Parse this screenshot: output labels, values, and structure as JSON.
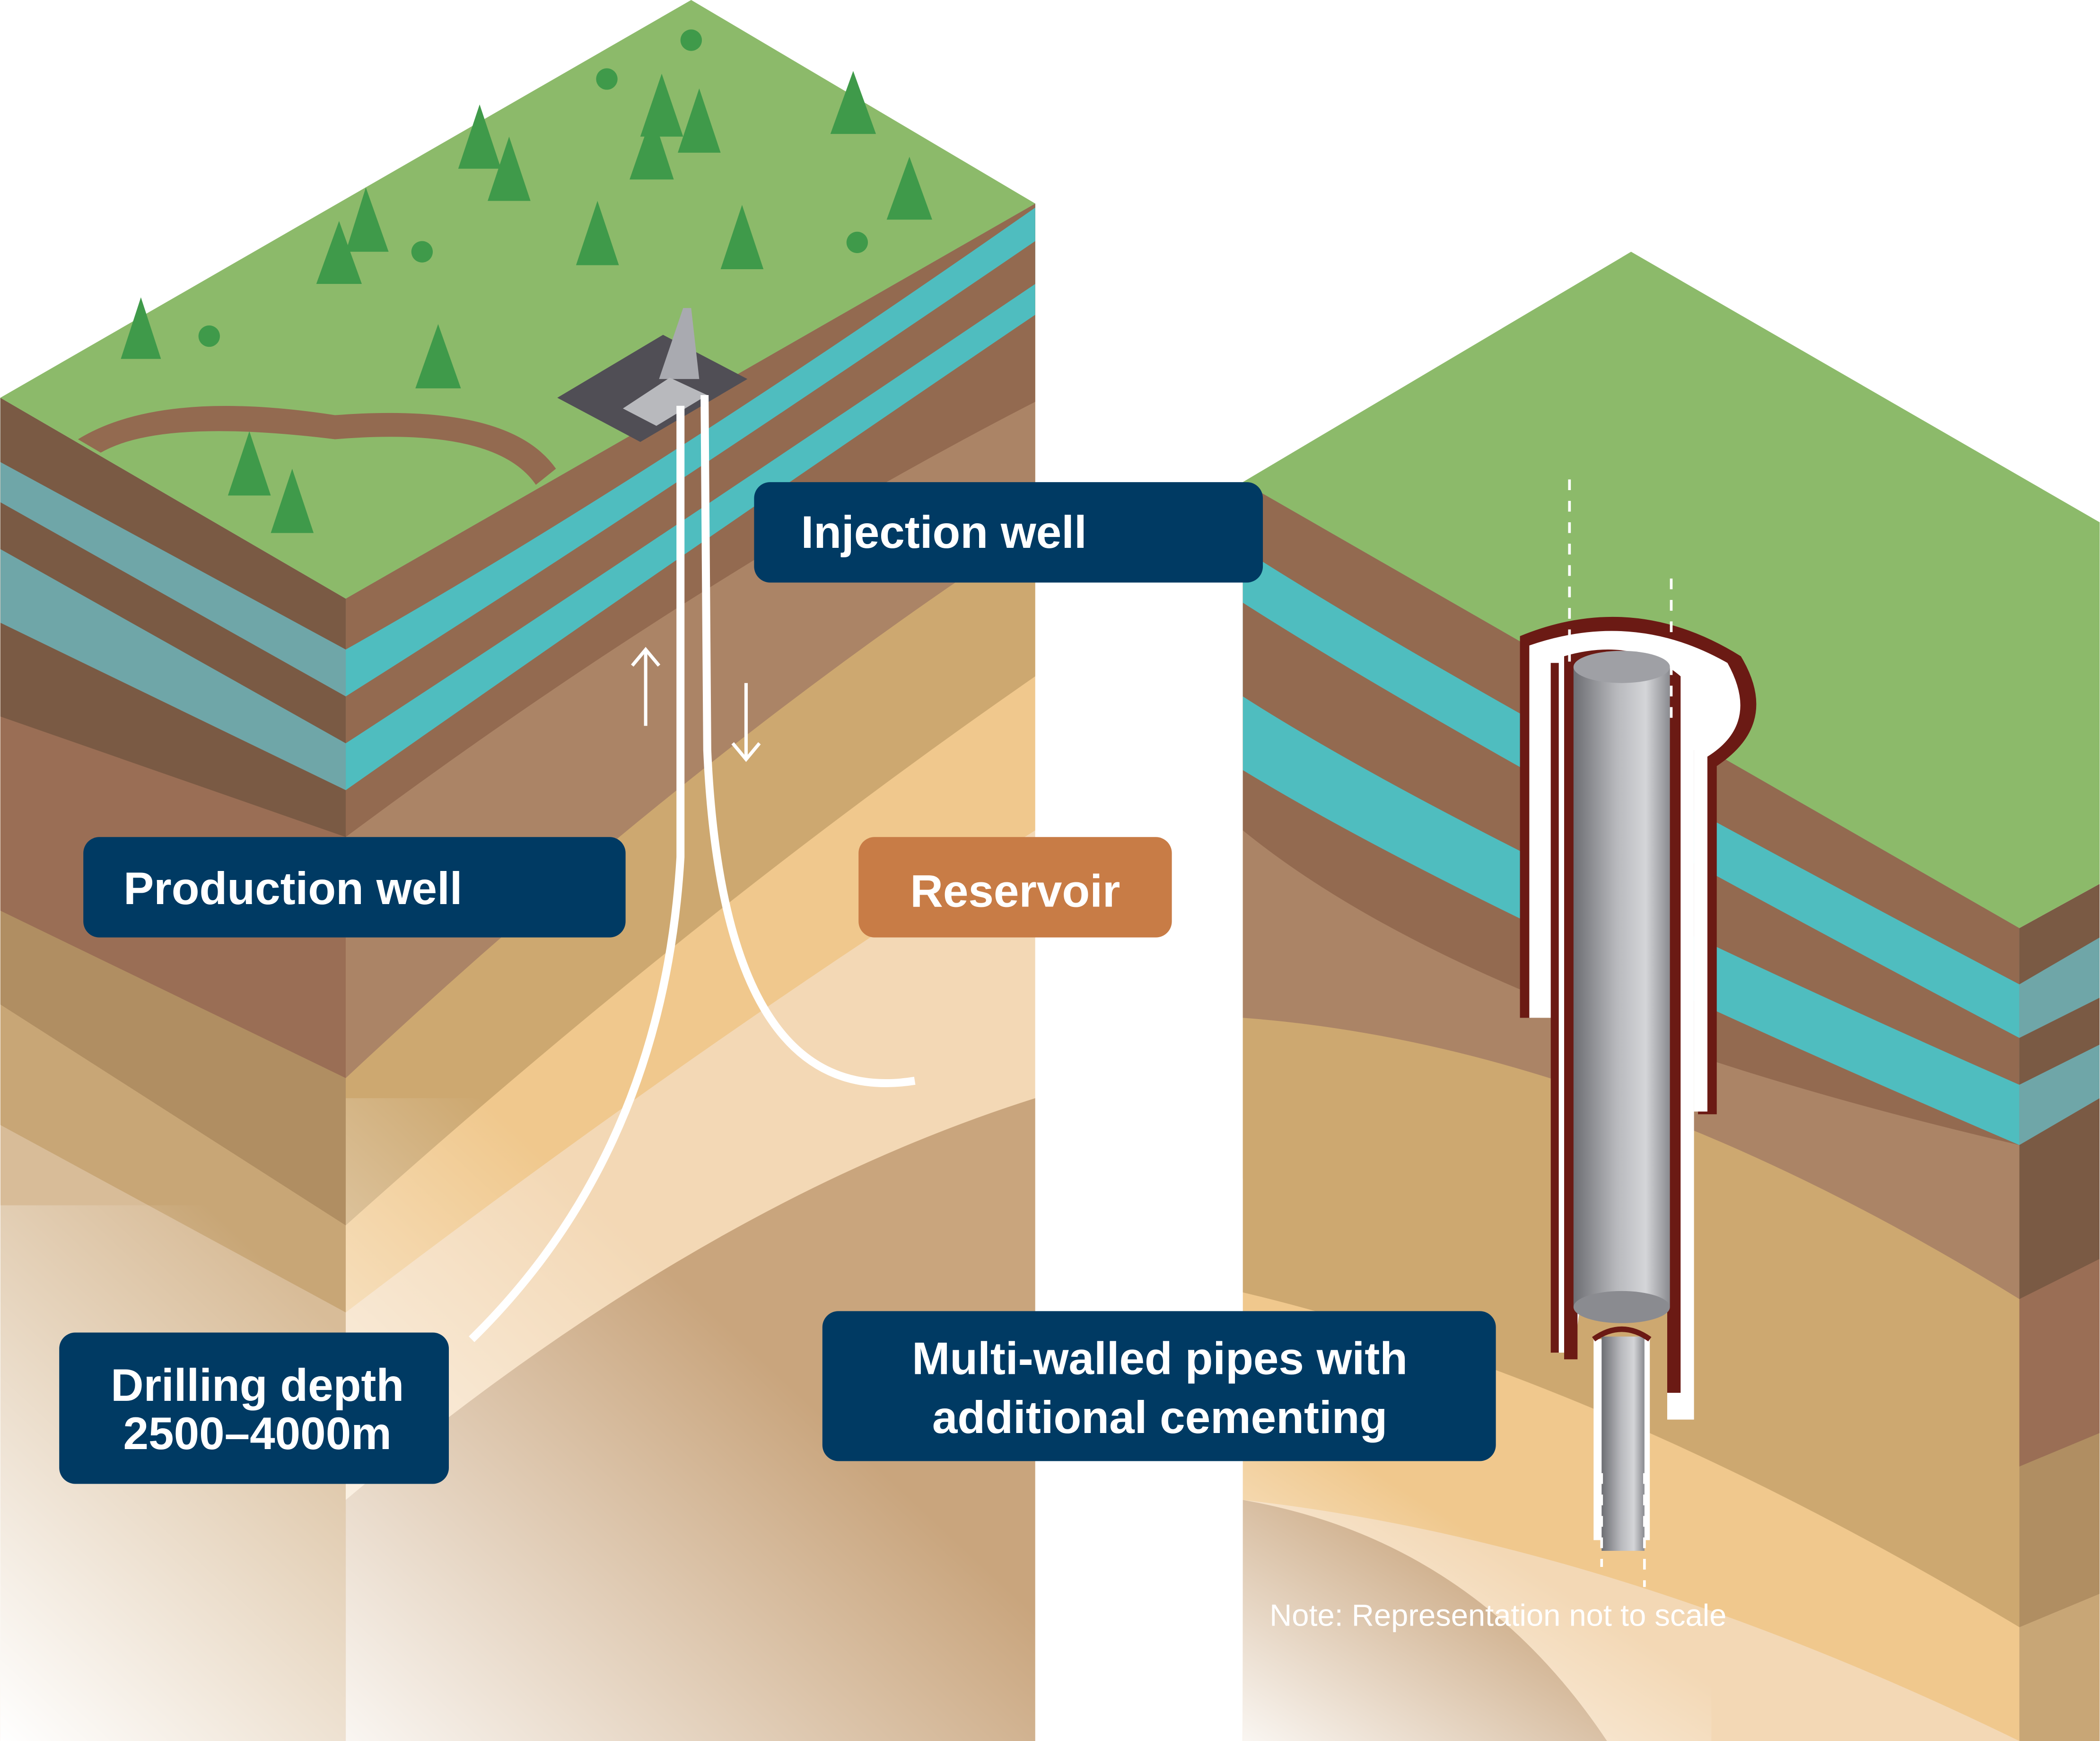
{
  "labels": {
    "injection_well": "Injection well",
    "production_well": "Production well",
    "reservoir": "Reservoir",
    "drilling_depth_line1": "Drilling depth",
    "drilling_depth_line2": "2500–4000m",
    "pipes_line1": "Multi-walled pipes with",
    "pipes_line2": "additional cementing"
  },
  "note": "Note: Representation not to scale",
  "colors": {
    "label_bg": "#003a63",
    "reservoir_bg": "#c87c46",
    "grass": "#8cba6a",
    "soil": "#936a50",
    "aquifer": "#4fbdbf",
    "casing": "#6b1a14"
  }
}
